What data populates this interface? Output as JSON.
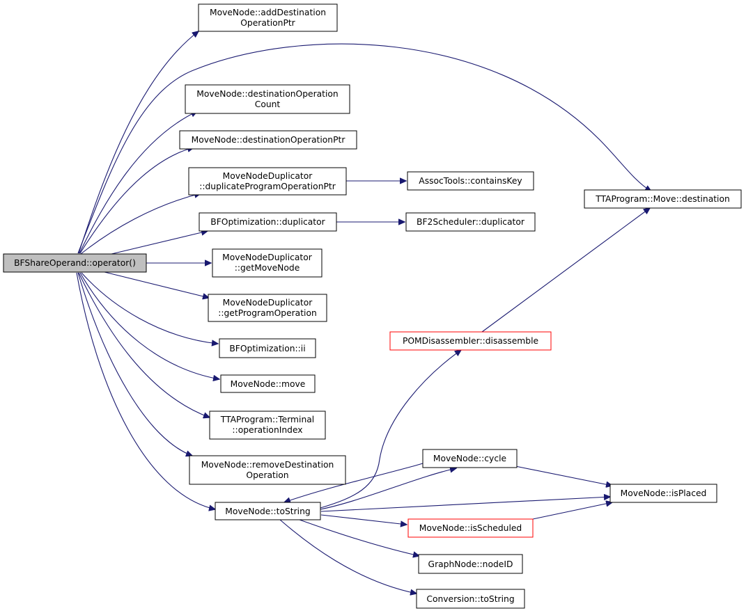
{
  "nodes": {
    "root": "BFShareOperand::operator()",
    "add_dest": [
      "MoveNode::addDestination",
      "OperationPtr"
    ],
    "dest_count": [
      "MoveNode::destinationOperation",
      "Count"
    ],
    "dest_ptr": "MoveNode::destinationOperationPtr",
    "dup_prog": [
      "MoveNodeDuplicator",
      "::duplicateProgramOperationPtr"
    ],
    "bfopt_dup": "BFOptimization::duplicator",
    "get_mn": [
      "MoveNodeDuplicator",
      "::getMoveNode"
    ],
    "get_po": [
      "MoveNodeDuplicator",
      "::getProgramOperation"
    ],
    "bfopt_ii": "BFOptimization::ii",
    "mn_move": "MoveNode::move",
    "terminal_opidx": [
      "TTAProgram::Terminal",
      "::operationIndex"
    ],
    "remove_dest": [
      "MoveNode::removeDestination",
      "Operation"
    ],
    "mn_tostring": "MoveNode::toString",
    "assoc_contains": "AssocTools::containsKey",
    "bf2_dup": "BF2Scheduler::duplicator",
    "move_dest": "TTAProgram::Move::destination",
    "pom_disasm": "POMDisassembler::disassemble",
    "mn_cycle": "MoveNode::cycle",
    "mn_isplaced": "MoveNode::isPlaced",
    "mn_issched": "MoveNode::isScheduled",
    "gn_nodeid": "GraphNode::nodeID",
    "conv_tostring": "Conversion::toString"
  },
  "colors": {
    "edge": "#191970",
    "root_fill": "#bfbfbf",
    "node_border": "#000000",
    "truncated_border": "#ff0000"
  },
  "edges": [
    [
      "root",
      "add_dest"
    ],
    [
      "root",
      "move_dest"
    ],
    [
      "root",
      "dest_count"
    ],
    [
      "root",
      "dest_ptr"
    ],
    [
      "root",
      "dup_prog"
    ],
    [
      "root",
      "bfopt_dup"
    ],
    [
      "root",
      "get_mn"
    ],
    [
      "root",
      "get_po"
    ],
    [
      "root",
      "bfopt_ii"
    ],
    [
      "root",
      "mn_move"
    ],
    [
      "root",
      "terminal_opidx"
    ],
    [
      "root",
      "remove_dest"
    ],
    [
      "root",
      "mn_tostring"
    ],
    [
      "dup_prog",
      "assoc_contains"
    ],
    [
      "bfopt_dup",
      "bf2_dup"
    ],
    [
      "pom_disasm",
      "move_dest"
    ],
    [
      "mn_tostring",
      "pom_disasm"
    ],
    [
      "mn_tostring",
      "mn_cycle"
    ],
    [
      "mn_cycle",
      "mn_tostring"
    ],
    [
      "mn_tostring",
      "mn_isplaced"
    ],
    [
      "mn_tostring",
      "mn_issched"
    ],
    [
      "mn_tostring",
      "gn_nodeid"
    ],
    [
      "mn_tostring",
      "conv_tostring"
    ],
    [
      "mn_cycle",
      "mn_isplaced"
    ],
    [
      "mn_issched",
      "mn_isplaced"
    ]
  ]
}
